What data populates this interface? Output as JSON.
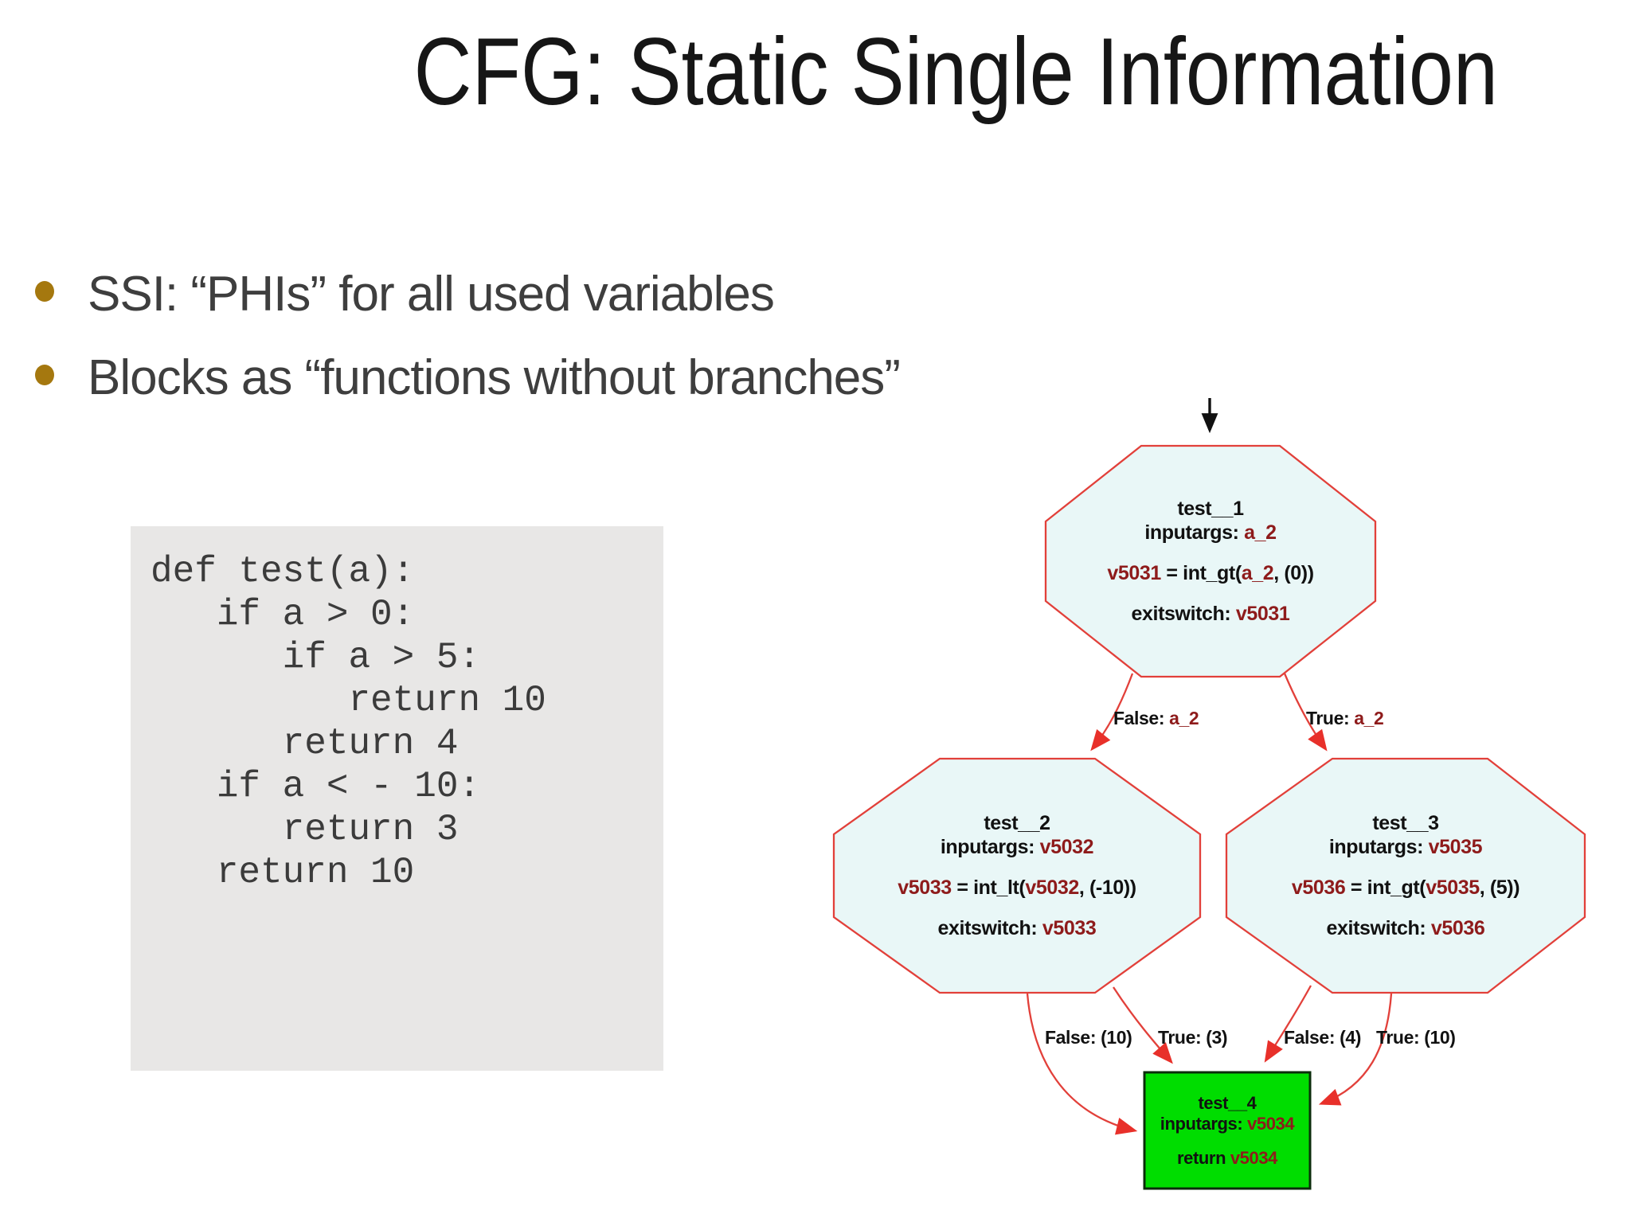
{
  "slide": {
    "title": "CFG: Static Single Information",
    "bullets": [
      "SSI: “PHIs” for all used variables",
      "Blocks as “functions without branches”"
    ],
    "code": "def test(a):\n   if a > 0:\n      if a > 5:\n         return 10\n      return 4\n   if a < - 10:\n      return 3\n   return 10"
  },
  "graph": {
    "nodes": [
      {
        "title": "test__1",
        "inputargs_label": "inputargs: ",
        "inputargs_var": "a_2",
        "op_lhs": "v5031",
        "op_mid": " = int_gt(",
        "op_var": "a_2",
        "op_post": ", (0))",
        "exit_label": "exitswitch: ",
        "exit_var": "v5031"
      },
      {
        "title": "test__2",
        "inputargs_label": "inputargs: ",
        "inputargs_var": "v5032",
        "op_lhs": "v5033",
        "op_mid": " = int_lt(",
        "op_var": "v5032",
        "op_post": ", (-10))",
        "exit_label": "exitswitch: ",
        "exit_var": "v5033"
      },
      {
        "title": "test__3",
        "inputargs_label": "inputargs: ",
        "inputargs_var": "v5035",
        "op_lhs": "v5036",
        "op_mid": " = int_gt(",
        "op_var": "v5035",
        "op_post": ", (5))",
        "exit_label": "exitswitch: ",
        "exit_var": "v5036"
      }
    ],
    "result_node": {
      "title": "test__4",
      "inputargs_label": "inputargs: ",
      "inputargs_var": "v5034",
      "return_label": "return ",
      "return_var": "v5034"
    },
    "edge_labels": {
      "t1_false_prefix": "False: ",
      "t1_false_var": "a_2",
      "t1_true_prefix": "True: ",
      "t1_true_var": "a_2",
      "t2_false": "False: (10)",
      "t2_true": "True: (3)",
      "t3_false": "False: (4)",
      "t3_true": "True: (10)"
    }
  },
  "colors": {
    "node_fill": "#e9f7f7",
    "node_border": "#e2403a",
    "arrow_red": "#e8302a",
    "var_color": "#8e1b1b",
    "result_fill": "#00dd00",
    "result_border": "#0b2d0b",
    "bullet_color": "#a5780f",
    "text_dark": "#3e3e3e",
    "code_bg": "#e8e7e6",
    "code_text": "#3b3b3b",
    "title_color": "#161616",
    "label_color": "#111111"
  }
}
